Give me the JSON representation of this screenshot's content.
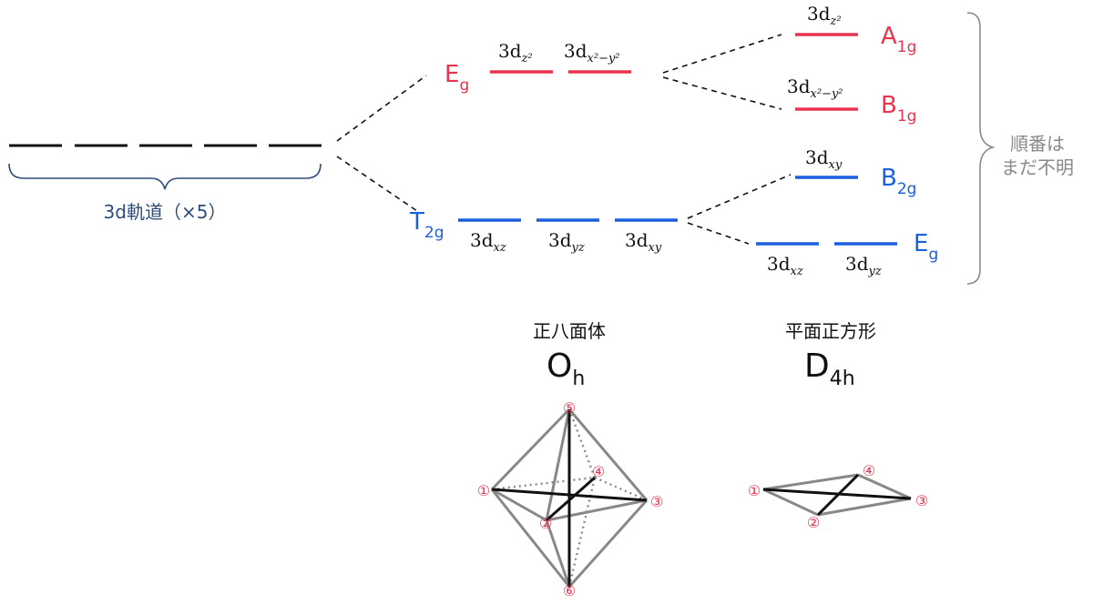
{
  "colors": {
    "eg": "#e8344e",
    "t2g": "#1a5fe0",
    "dashed": "#111111",
    "brace": "#8a8a8a",
    "label_navy": "#2d4c7a",
    "marker": "#e8344e"
  },
  "free_ion": {
    "label": "3d軌道（×5）"
  },
  "oh_levels": {
    "eg": {
      "main": "E",
      "sub": "g",
      "orbitals": [
        {
          "base": "3d",
          "sub": "z²"
        },
        {
          "base": "3d",
          "sub": "x²−y²"
        }
      ]
    },
    "t2g": {
      "main": "T",
      "sub": "2g",
      "orbitals": [
        {
          "base": "3d",
          "sub": "xz"
        },
        {
          "base": "3d",
          "sub": "yz"
        },
        {
          "base": "3d",
          "sub": "xy"
        }
      ]
    }
  },
  "d4h_levels": {
    "a1g": {
      "main": "A",
      "sub": "1g",
      "orbital": {
        "base": "3d",
        "sub": "z²"
      }
    },
    "b1g": {
      "main": "B",
      "sub": "1g",
      "orbital": {
        "base": "3d",
        "sub": "x²−y²"
      }
    },
    "b2g": {
      "main": "B",
      "sub": "2g",
      "orbital": {
        "base": "3d",
        "sub": "xy"
      }
    },
    "eg": {
      "main": "E",
      "sub": "g",
      "orbitals": [
        {
          "base": "3d",
          "sub": "xz"
        },
        {
          "base": "3d",
          "sub": "yz"
        }
      ]
    }
  },
  "order_note": {
    "line1": "順番は",
    "line2": "まだ不明"
  },
  "octahedron": {
    "name": "正八面体",
    "symbol_main": "O",
    "symbol_sub": "h",
    "markers": [
      "⑤",
      "①",
      "④",
      "③",
      "②",
      "⑥"
    ]
  },
  "square_planar": {
    "name": "平面正方形",
    "symbol_main": "D",
    "symbol_sub": "4h",
    "markers": [
      "④",
      "①",
      "③",
      "②"
    ]
  }
}
